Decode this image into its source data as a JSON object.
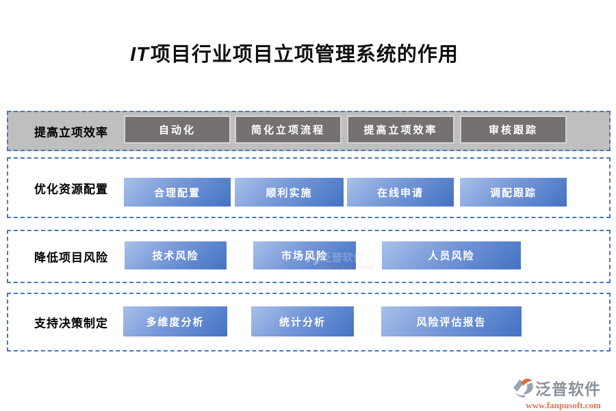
{
  "title": {
    "italic_prefix": "IT",
    "text": "项目行业项目立项管理系统的作用"
  },
  "rows": [
    {
      "label": "提高立项效率",
      "items": [
        "自动化",
        "简化立项流程",
        "提高立项效率",
        "审核跟踪"
      ]
    },
    {
      "label": "优化资源配置",
      "items": [
        "合理配置",
        "顺利实施",
        "在线申请",
        "调配跟踪"
      ]
    },
    {
      "label": "降低项目风险",
      "items": [
        "技术风险",
        "市场风险",
        "人员风险"
      ]
    },
    {
      "label": "支持决策制定",
      "items": [
        "多维度分析",
        "统计分析",
        "风险评估报告"
      ]
    }
  ],
  "colors": {
    "row_border_blue": "#4576c4",
    "row1_background": "#bfbfbf",
    "gray_item_background": "#767171",
    "gray_item_border": "#d6d4d4",
    "blue_item_gradient_start": "#a9c0e9",
    "blue_item_gradient_end": "#4472c4",
    "brand_gray": "#8b929c",
    "brand_orange": "#e0734f"
  },
  "watermark": {
    "text": "泛普软件",
    "subtext": "FANPU SOFTWARE"
  },
  "brand": {
    "name": "泛普软件",
    "url": "www.fanpusoft.com"
  }
}
